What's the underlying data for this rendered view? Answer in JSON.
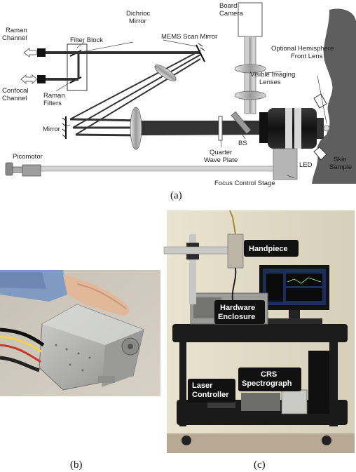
{
  "schematic": {
    "labels": {
      "board_camera": [
        "Board",
        "Camera"
      ],
      "dichroic_mirror": [
        "Dichrioc",
        "Mirror"
      ],
      "raman_channel": [
        "Raman",
        "Channel"
      ],
      "filter_block": "Filter Block",
      "mems_scan_mirror": "MEMS Scan Mirror",
      "optional_hemisphere": [
        "Optional Hemisphere",
        "Front Lens"
      ],
      "confocal_channel": [
        "Confocal",
        "Channel"
      ],
      "visible_imaging_lenses": [
        "Visible Imaging",
        "Lenses"
      ],
      "raman_filters": [
        "Raman",
        "Filters"
      ],
      "mirror": "Mirror",
      "bs": "BS",
      "quarter_wave_plate": [
        "Quarter",
        "Wave Plate"
      ],
      "picomotor": "Picomotor",
      "led": "LED",
      "skin_sample": [
        "Skin",
        "Sample"
      ],
      "focus_control_stage": "Focus Control Stage"
    },
    "caption": "(a)"
  },
  "photo_b": {
    "caption": "(b)"
  },
  "photo_c": {
    "caption": "(c)",
    "labels": {
      "handpiece": "Handpiece",
      "hardware_enclosure": [
        "Hardware",
        "Enclosure"
      ],
      "laser_controller": [
        "Laser",
        "Controller"
      ],
      "crs_spectrograph": [
        "CRS",
        "Spectrograph"
      ]
    }
  },
  "colors": {
    "beam": "#333333",
    "skin": "#5e5e5e",
    "stage_gray": "#b5b5b5",
    "photo_bg": "#c9c2b7",
    "label_bg": "#111111"
  }
}
